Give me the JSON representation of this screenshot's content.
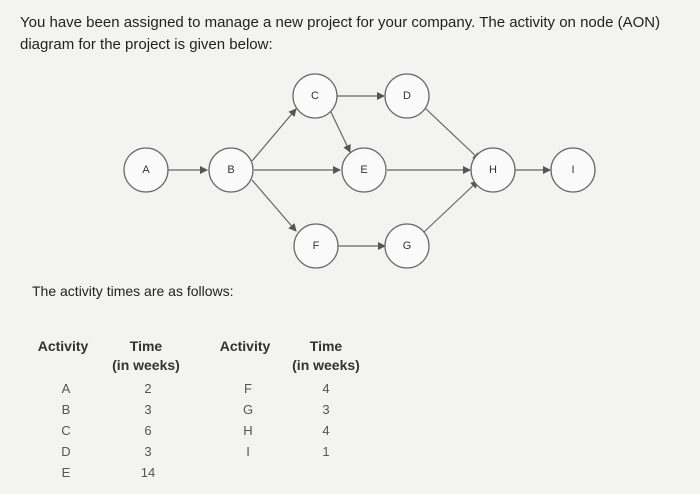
{
  "intro": {
    "line1": "You have been assigned to manage a new project for your company. The activity on node (AON)",
    "line2": "diagram for the project is given below:"
  },
  "diagram": {
    "nodes": [
      "A",
      "B",
      "C",
      "D",
      "E",
      "F",
      "G",
      "H",
      "I"
    ],
    "edges": [
      [
        "A",
        "B"
      ],
      [
        "B",
        "C"
      ],
      [
        "B",
        "E"
      ],
      [
        "B",
        "F"
      ],
      [
        "C",
        "D"
      ],
      [
        "C",
        "E"
      ],
      [
        "D",
        "H"
      ],
      [
        "E",
        "H"
      ],
      [
        "F",
        "G"
      ],
      [
        "G",
        "H"
      ],
      [
        "H",
        "I"
      ]
    ]
  },
  "activity_intro": "The activity times are as follows:",
  "table": {
    "left": {
      "activity_header": "Activity",
      "time_header_line1": "Time",
      "time_header_line2": "(in weeks)",
      "activities": [
        "A",
        "B",
        "C",
        "D",
        "E"
      ],
      "times": [
        "2",
        "3",
        "6",
        "3",
        "14"
      ]
    },
    "right": {
      "activity_header": "Activity",
      "time_header_line1": "Time",
      "time_header_line2": "(in weeks)",
      "activities": [
        "F",
        "G",
        "H",
        "I"
      ],
      "times": [
        "4",
        "3",
        "4",
        "1"
      ]
    }
  }
}
